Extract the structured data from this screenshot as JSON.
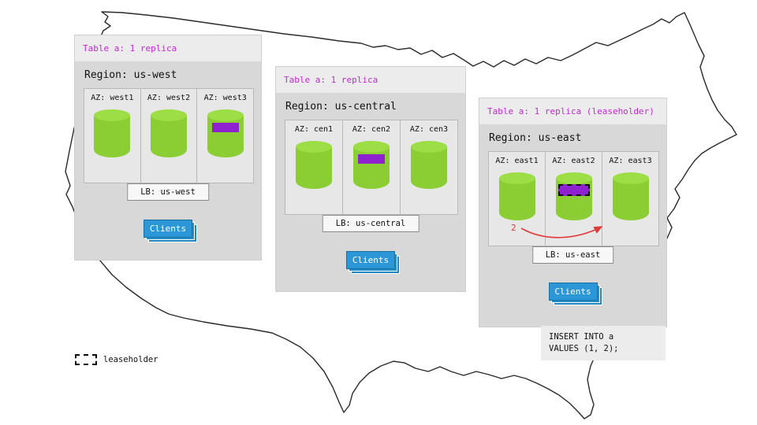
{
  "map": {
    "name": "united-states-outline"
  },
  "legend": {
    "label": "leaseholder"
  },
  "panels": [
    {
      "table_label": "Table a: 1 replica",
      "region_label": "Region: us-west",
      "azs": [
        {
          "label": "AZ: west1",
          "has_replica": false,
          "is_leaseholder": false
        },
        {
          "label": "AZ: west2",
          "has_replica": false,
          "is_leaseholder": false
        },
        {
          "label": "AZ: west3",
          "has_replica": true,
          "is_leaseholder": false
        }
      ],
      "lb_label": "LB: us-west",
      "clients_label": "Clients"
    },
    {
      "table_label": "Table a: 1 replica",
      "region_label": "Region: us-central",
      "azs": [
        {
          "label": "AZ: cen1",
          "has_replica": false,
          "is_leaseholder": false
        },
        {
          "label": "AZ: cen2",
          "has_replica": true,
          "is_leaseholder": false
        },
        {
          "label": "AZ: cen3",
          "has_replica": false,
          "is_leaseholder": false
        }
      ],
      "lb_label": "LB: us-central",
      "clients_label": "Clients"
    },
    {
      "table_label": "Table a: 1 replica (leaseholder)",
      "region_label": "Region: us-east",
      "azs": [
        {
          "label": "AZ: east1",
          "has_replica": false,
          "is_leaseholder": false
        },
        {
          "label": "AZ: east2",
          "has_replica": true,
          "is_leaseholder": true
        },
        {
          "label": "AZ: east3",
          "has_replica": false,
          "is_leaseholder": false
        }
      ],
      "lb_label": "LB: us-east",
      "clients_label": "Clients",
      "step_label": "2",
      "sql": [
        "INSERT INTO a",
        "VALUES (1, 2);"
      ]
    }
  ],
  "colors": {
    "table_label_text": "#c227d4",
    "replica_bar": "#8e22d1",
    "cylinder_body": "#8bce33",
    "cylinder_top": "#9ddd45",
    "clients_button": "#2b97d6",
    "arrow": "#e03a3a",
    "panel_body": "#d8d8d8",
    "panel_header": "#ececec"
  }
}
